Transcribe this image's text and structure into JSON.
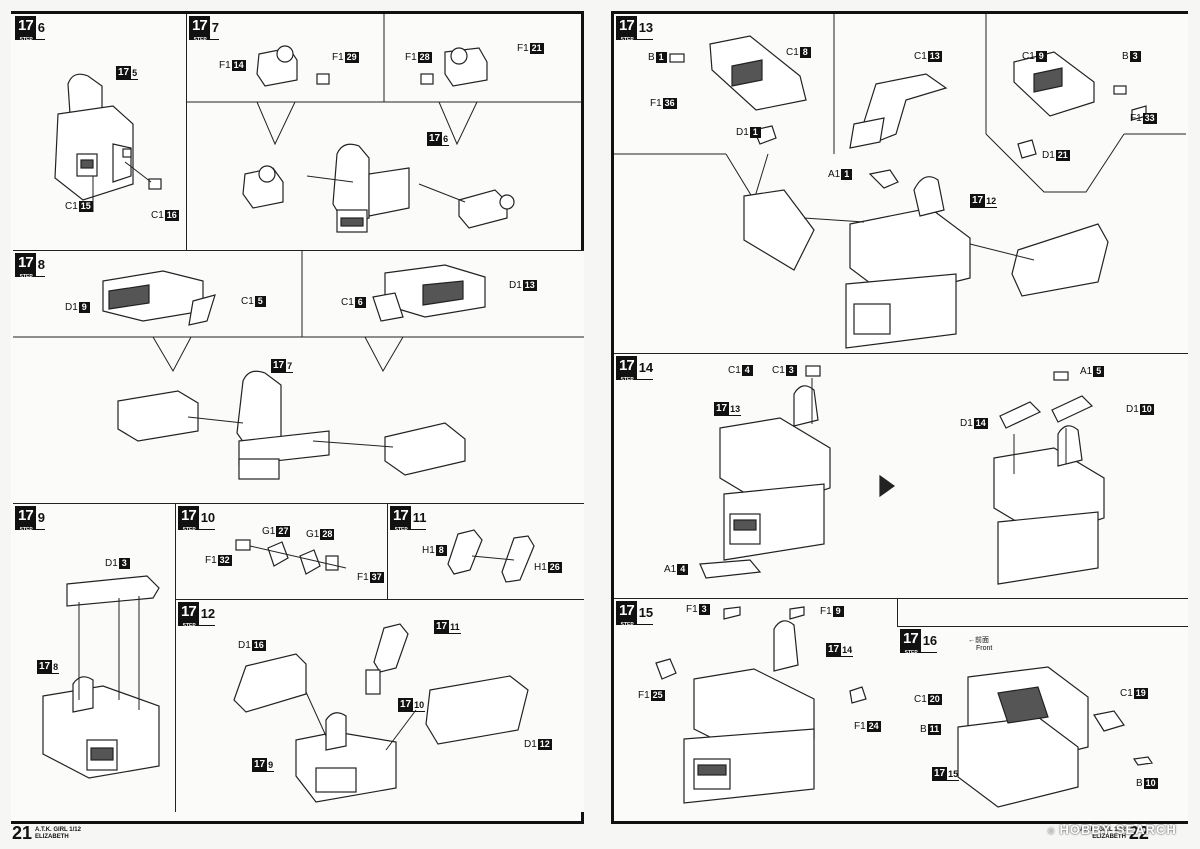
{
  "footer": {
    "left_page_number": "21",
    "left_title_line1": "A.T.K. GIRL 1/12",
    "left_title_line2": "ELIZABETH",
    "right_page_number": "22",
    "right_title_line1": "A.T.K. GIRL 1/12",
    "right_title_line2": "ELIZABETH",
    "watermark": "HOBBY SEARCH",
    "watermark_mark": "©"
  },
  "step_prefix": "17",
  "step_tag": "STEP",
  "steps": {
    "s6": {
      "num": "6"
    },
    "s7": {
      "num": "7"
    },
    "s8": {
      "num": "8"
    },
    "s9": {
      "num": "9"
    },
    "s10": {
      "num": "10"
    },
    "s11": {
      "num": "11"
    },
    "s12": {
      "num": "12"
    },
    "s13": {
      "num": "13"
    },
    "s14": {
      "num": "14"
    },
    "s15": {
      "num": "15"
    },
    "s16": {
      "num": "16"
    }
  },
  "refs": {
    "r5": "5",
    "r6": "6",
    "r7": "7",
    "r8": "8",
    "r9": "9",
    "r10": "10",
    "r11": "11",
    "r12": "12",
    "r13": "13",
    "r14": "14",
    "r15": "15"
  },
  "parts": {
    "s6_c15": {
      "runner": "C1",
      "n": "15"
    },
    "s6_c16": {
      "runner": "C1",
      "n": "16"
    },
    "s7_f14": {
      "runner": "F1",
      "n": "14"
    },
    "s7_f29": {
      "runner": "F1",
      "n": "29"
    },
    "s7_f28": {
      "runner": "F1",
      "n": "28"
    },
    "s7_f21": {
      "runner": "F1",
      "n": "21"
    },
    "s8_d9": {
      "runner": "D1",
      "n": "9"
    },
    "s8_c5": {
      "runner": "C1",
      "n": "5"
    },
    "s8_c6": {
      "runner": "C1",
      "n": "6"
    },
    "s8_d13": {
      "runner": "D1",
      "n": "13"
    },
    "s9_d3": {
      "runner": "D1",
      "n": "3"
    },
    "s10_g27": {
      "runner": "G1",
      "n": "27"
    },
    "s10_g28": {
      "runner": "G1",
      "n": "28"
    },
    "s10_f32": {
      "runner": "F1",
      "n": "32"
    },
    "s10_f37": {
      "runner": "F1",
      "n": "37"
    },
    "s11_h8": {
      "runner": "H1",
      "n": "8"
    },
    "s11_h26": {
      "runner": "H1",
      "n": "26"
    },
    "s12_d16": {
      "runner": "D1",
      "n": "16"
    },
    "s12_d12": {
      "runner": "D1",
      "n": "12"
    },
    "s13_b1": {
      "runner": "B",
      "n": "1"
    },
    "s13_c8": {
      "runner": "C1",
      "n": "8"
    },
    "s13_f36": {
      "runner": "F1",
      "n": "36"
    },
    "s13_d1": {
      "runner": "D1",
      "n": "1"
    },
    "s13_c13": {
      "runner": "C1",
      "n": "13"
    },
    "s13_a1": {
      "runner": "A1",
      "n": "1"
    },
    "s13_c9": {
      "runner": "C1",
      "n": "9"
    },
    "s13_b3": {
      "runner": "B",
      "n": "3"
    },
    "s13_f33": {
      "runner": "F1",
      "n": "33"
    },
    "s13_d21": {
      "runner": "D1",
      "n": "21"
    },
    "s14_c4": {
      "runner": "C1",
      "n": "4"
    },
    "s14_c3": {
      "runner": "C1",
      "n": "3"
    },
    "s14_a4": {
      "runner": "A1",
      "n": "4"
    },
    "s14_a5": {
      "runner": "A1",
      "n": "5"
    },
    "s14_d14": {
      "runner": "D1",
      "n": "14"
    },
    "s14_d10": {
      "runner": "D1",
      "n": "10"
    },
    "s15_f3": {
      "runner": "F1",
      "n": "3"
    },
    "s15_f9": {
      "runner": "F1",
      "n": "9"
    },
    "s15_f25": {
      "runner": "F1",
      "n": "25"
    },
    "s15_f24": {
      "runner": "F1",
      "n": "24"
    },
    "s16_c20": {
      "runner": "C1",
      "n": "20"
    },
    "s16_b11": {
      "runner": "B",
      "n": "11"
    },
    "s16_c19": {
      "runner": "C1",
      "n": "19"
    },
    "s16_b10": {
      "runner": "B",
      "n": "10"
    }
  },
  "front_note": {
    "jp": "←前面",
    "en": "Front"
  }
}
